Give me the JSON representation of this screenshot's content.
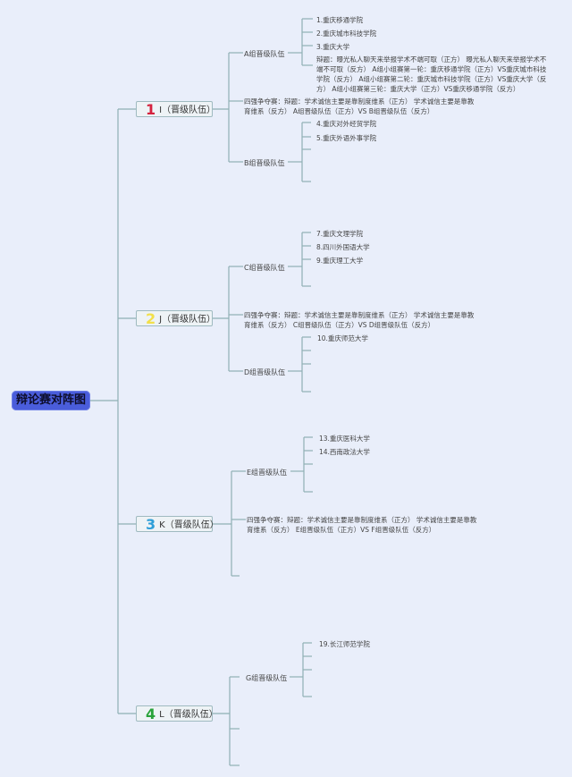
{
  "root": {
    "label": "辩论赛对阵图",
    "color": "#4a5ddb"
  },
  "branches": [
    {
      "number": "1",
      "number_color": "#d4213d",
      "label": "I（晋级队伍）",
      "groups": [
        {
          "label": "A组晋级队伍",
          "items": [
            "1.重庆移通学院",
            "2.重庆城市科技学院",
            "3.重庆大学",
            "辩题：曝光私人聊天来举报学术不端可取（正方） 曝光私人聊天来举报学术不端不可取（反方） A组小组赛第一轮：重庆移通学院（正方）VS重庆城市科技学院（反方） A组小组赛第二轮：重庆城市科技学院（正方）VS重庆大学（反方） A组小组赛第三轮：重庆大学（正方）VS重庆移通学院（反方）"
          ]
        },
        {
          "label": "四强争夺赛：辩题：学术诚信主要是靠制度维系（正方） 学术诚信主要是靠教育维系（反方） A组晋级队伍（正方）VS B组晋级队伍（反方）",
          "items": []
        },
        {
          "label": "B组晋级队伍",
          "items": [
            "4.重庆对外经贸学院",
            "5.重庆外语外事学院",
            "",
            ""
          ]
        }
      ]
    },
    {
      "number": "2",
      "number_color": "#f2e04a",
      "label": "J（晋级队伍）",
      "groups": [
        {
          "label": "C组晋级队伍",
          "items": [
            "7.重庆文理学院",
            "8.四川外国语大学",
            "9.重庆理工大学",
            ""
          ]
        },
        {
          "label": "四强争夺赛：辩题：学术诚信主要是靠制度维系（正方） 学术诚信主要是靠教育维系（反方） C组晋级队伍（正方）VS D组晋级队伍（反方）",
          "items": []
        },
        {
          "label": "D组晋级队伍",
          "items": [
            "10.重庆师范大学",
            "",
            "",
            ""
          ]
        }
      ]
    },
    {
      "number": "3",
      "number_color": "#2f9fd8",
      "label": "K（晋级队伍）",
      "groups": [
        {
          "label": "E组晋级队伍",
          "items": [
            "13.重庆医科大学",
            "14.西南政法大学",
            "",
            ""
          ]
        },
        {
          "label": "四强争夺赛：辩题：学术诚信主要是靠制度维系（正方） 学术诚信主要是靠教育维系（反方） E组晋级队伍（正方）VS F组晋级队伍（反方）",
          "items": []
        },
        {
          "label": "",
          "items": []
        }
      ]
    },
    {
      "number": "4",
      "number_color": "#2aa33a",
      "label": "L（晋级队伍）",
      "groups": [
        {
          "label": "G组晋级队伍",
          "items": [
            "19.长江师范学院",
            "",
            "",
            ""
          ]
        },
        {
          "label": "",
          "items": []
        },
        {
          "label": "",
          "items": []
        }
      ]
    }
  ]
}
